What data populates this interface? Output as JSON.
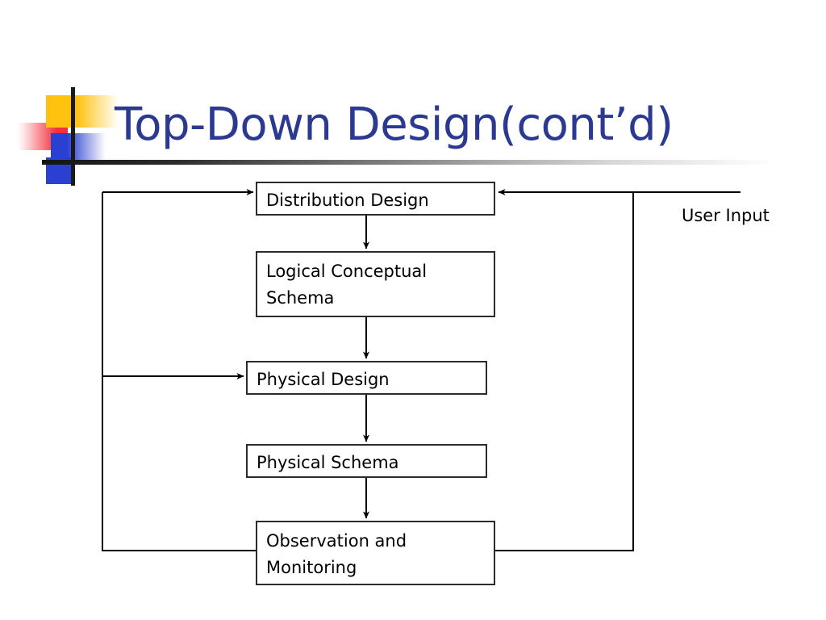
{
  "slide": {
    "title": "Top-Down Design(cont’d)",
    "title_color": "#2B3990",
    "background_color": "#FFFFFF",
    "decoration": {
      "yellow": "#FFC20E",
      "red": "#F4303C",
      "blue": "#2B3FD0",
      "rule": "#141414"
    }
  },
  "diagram": {
    "type": "flowchart",
    "stroke_color": "#000000",
    "boxes": [
      {
        "id": "distribution-design",
        "label": "Distribution Design",
        "label_line2": ""
      },
      {
        "id": "logical-conceptual-schema",
        "label": "Logical Conceptual",
        "label_line2": "Schema"
      },
      {
        "id": "physical-design",
        "label": "Physical Design",
        "label_line2": ""
      },
      {
        "id": "physical-schema",
        "label": "Physical Schema",
        "label_line2": ""
      },
      {
        "id": "observation-and-monitoring",
        "label": "Observation and",
        "label_line2": "Monitoring"
      }
    ],
    "annotations": [
      {
        "id": "user-input",
        "label": "User Input"
      }
    ],
    "edges": [
      {
        "from": "distribution-design",
        "to": "logical-conceptual-schema",
        "kind": "arrow-down"
      },
      {
        "from": "logical-conceptual-schema",
        "to": "physical-design",
        "kind": "arrow-down"
      },
      {
        "from": "physical-design",
        "to": "physical-schema",
        "kind": "arrow-down"
      },
      {
        "from": "physical-schema",
        "to": "observation-and-monitoring",
        "kind": "arrow-down"
      },
      {
        "from": "observation-and-monitoring",
        "to": "distribution-design",
        "kind": "feedback-left"
      },
      {
        "from": "observation-and-monitoring",
        "to": "physical-design",
        "kind": "feedback-left"
      },
      {
        "from": "observation-and-monitoring",
        "to": "distribution-design",
        "kind": "feedback-right"
      },
      {
        "from": "user-input",
        "to": "distribution-design",
        "kind": "arrow-left"
      }
    ]
  }
}
